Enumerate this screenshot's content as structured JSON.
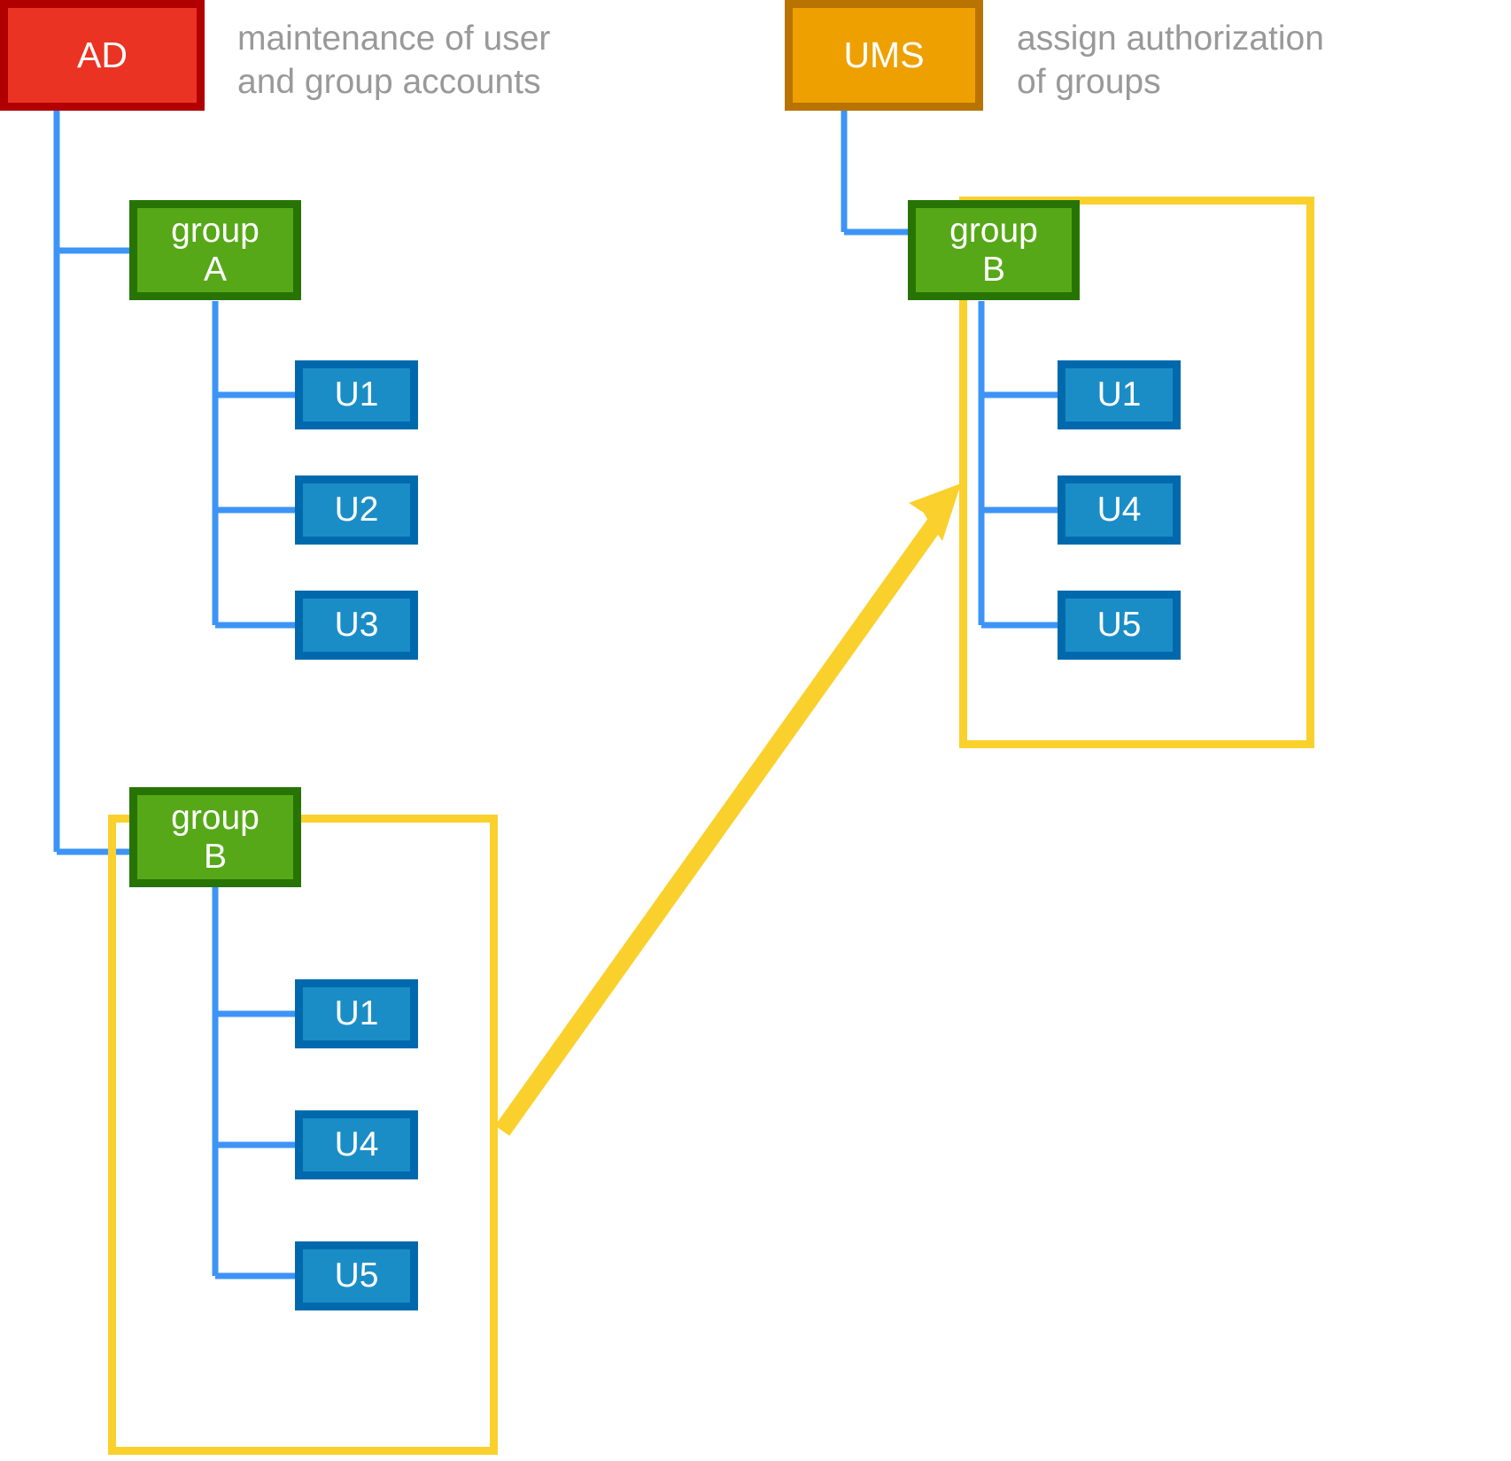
{
  "diagram": {
    "title": "AD and UMS group membership mapping",
    "colors": {
      "ad_fill": "#ea3323",
      "ad_border": "#b20000",
      "ums_fill": "#eda000",
      "ums_border": "#b87300",
      "group_fill": "#56a818",
      "group_border": "#277405",
      "user_fill": "#1b8dc6",
      "user_border": "#0069ad",
      "container_border": "#fad02c",
      "connector": "#3d94f6",
      "arrow": "#fad02c",
      "caption_text": "#999999"
    }
  },
  "nodes": {
    "ad": {
      "label": "AD"
    },
    "ums": {
      "label": "UMS"
    },
    "group_a": {
      "label": "group\nA"
    },
    "group_b_left": {
      "label": "group\nB"
    },
    "group_b_right": {
      "label": "group\nB"
    },
    "ad_group_a_users": [
      {
        "label": "U1"
      },
      {
        "label": "U2"
      },
      {
        "label": "U3"
      }
    ],
    "ad_group_b_users": [
      {
        "label": "U1"
      },
      {
        "label": "U4"
      },
      {
        "label": "U5"
      }
    ],
    "ums_group_b_users": [
      {
        "label": "U1"
      },
      {
        "label": "U4"
      },
      {
        "label": "U5"
      }
    ]
  },
  "captions": {
    "ad_caption": "maintenance of user\nand group accounts",
    "ums_caption": "assign authorization\nof groups"
  }
}
